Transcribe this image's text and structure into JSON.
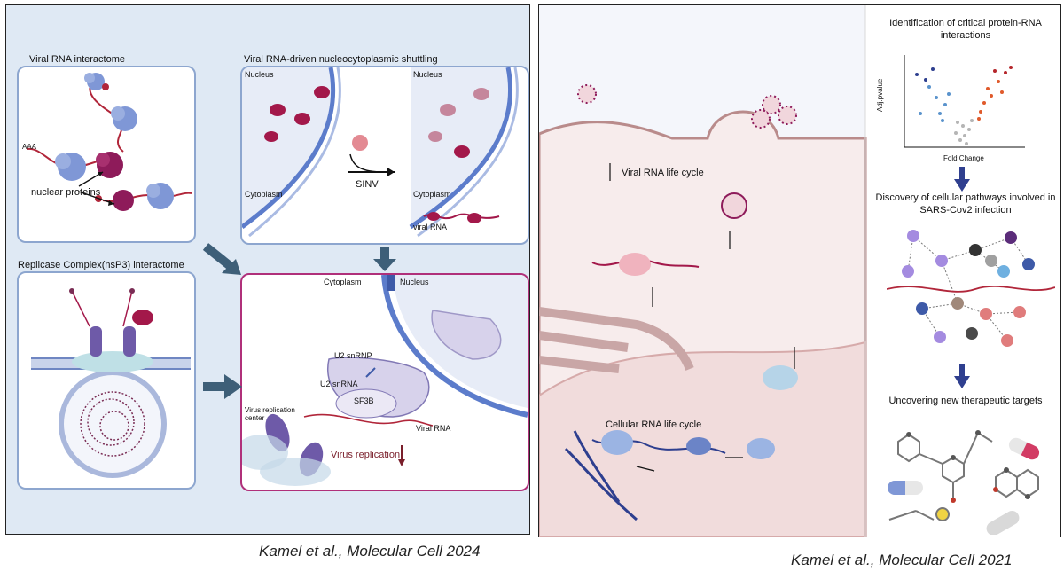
{
  "left": {
    "titles": {
      "interactome": "Viral RNA interactome",
      "shuttling": "Viral RNA-driven nucleocytoplasmic shuttling",
      "replicase": "Replicase Complex(nsP3) interactome"
    },
    "labels": {
      "nucleus_a": "Nucleus",
      "cytoplasm_a": "Cytoplasm",
      "sinv": "SINV",
      "nucleus_b": "Nucleus",
      "cytoplasm_b": "Cytoplasm",
      "viral_rna_b": "viral RNA",
      "nuclear_proteins": "nuclear proteins",
      "aaa": "AAA",
      "cytoplasm_c": "Cytoplasm",
      "nucleus_c": "Nucleus",
      "u2snrnp": "U2 snRNP",
      "u2snrna": "U2 snRNA",
      "sf3b": "SF3B",
      "virus_replication_center": "Virus replication center",
      "viral_rna_c": "Viral RNA",
      "virus_replication": "Virus replication"
    },
    "citation": "Kamel et al., Molecular Cell 2024"
  },
  "right": {
    "labels": {
      "viral_cycle": "Viral RNA life cycle",
      "cellular_cycle": "Cellular RNA life cycle",
      "identification": "Identification of critical protein-RNA interactions",
      "adj_pvalue": "Adj.pvalue",
      "fold_change": "Fold Change",
      "discovery": "Discovery of cellular pathways involved in SARS-Cov2 infection",
      "uncovering": "Uncovering new therapeutic targets"
    },
    "citation": "Kamel et al., Molecular Cell 2021"
  },
  "colors": {
    "panel_bg": "#dfe9f4",
    "card_border": "#8da6cf",
    "highlight_border": "#b0307a",
    "arrow": "#3e5f78",
    "right_arrow": "#2f3f8f",
    "protein_blue": "#7f97d6",
    "protein_magenta": "#8e1b5a",
    "rna_red": "#b1263a",
    "volcano_up": "#e05a2b",
    "volcano_down": "#5a93cc"
  },
  "icons": [
    "virus-icon",
    "protein-blob-icon",
    "ribosome-icon",
    "capsule-icon",
    "molecule-icon",
    "dna-helix-icon",
    "volcano-plot-icon",
    "network-graph-icon"
  ]
}
